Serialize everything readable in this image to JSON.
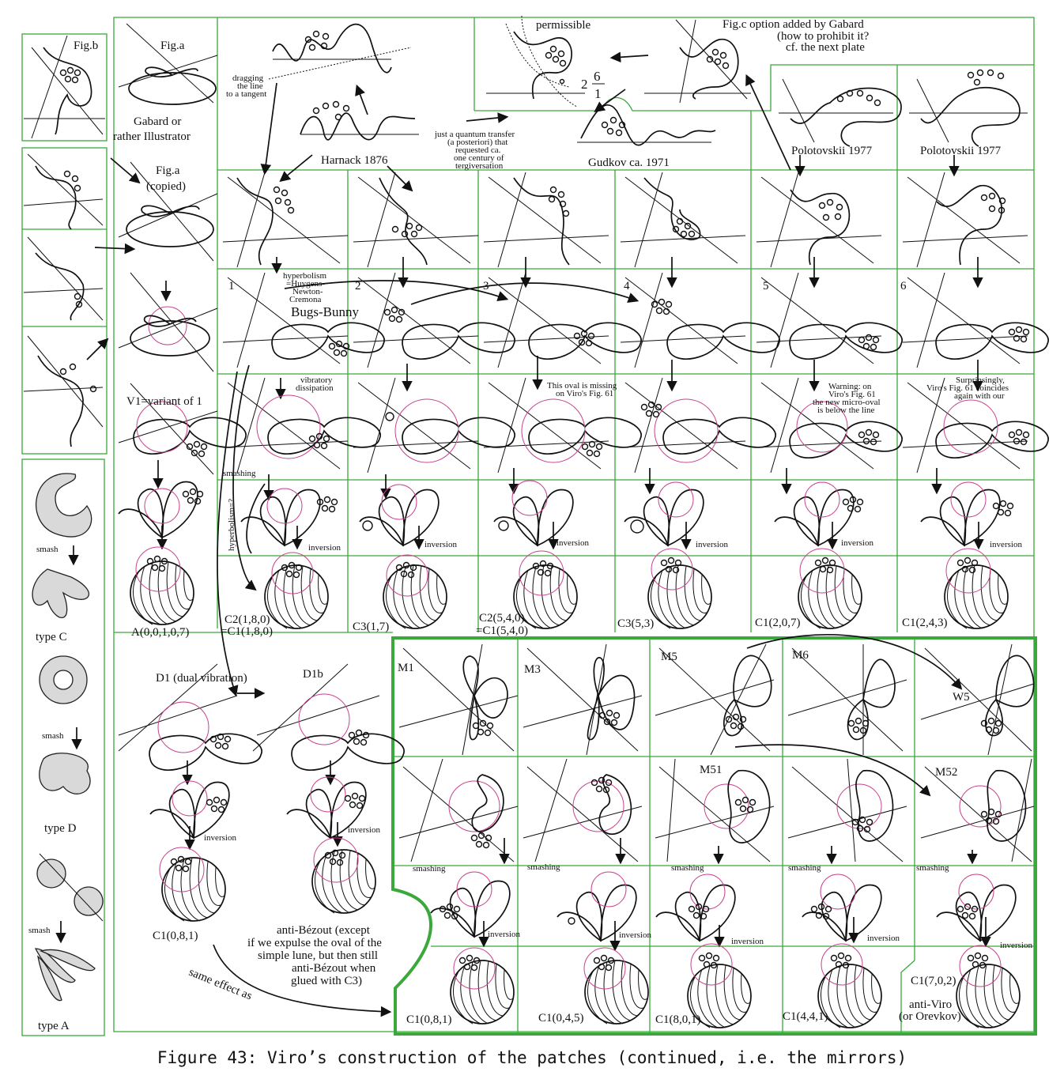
{
  "caption": "Figure 43: Viro’s construction of the patches (continued, i.e. the mirrors)",
  "top": {
    "fig_b": "Fig.b",
    "fig_a": "Fig.a",
    "gabard_1": "Gabard or",
    "gabard_2": "rather Illustrator",
    "fig_a_copied_1": "Fig.a",
    "fig_a_copied_2": "(copied)",
    "dragging_1": "dragging",
    "dragging_2": "the line",
    "dragging_3": "to a tangent",
    "harnack": "Harnack 1876",
    "permissible": "permissible",
    "frac_whole": "2",
    "frac_num": "6",
    "frac_den": "1",
    "quantum_1": "just a quantum transfer",
    "quantum_2": "(a posteriori) that",
    "quantum_3": "requested ca.",
    "quantum_4": "one century of",
    "quantum_5": "tergiversation",
    "gudkov": "Gudkov ca. 1971",
    "fig_c_1": "Fig.c option added by Gabard",
    "fig_c_2": "(how to prohibit it?",
    "fig_c_3": "cf. the next plate",
    "polotovskii_1": "Polotovskii 1977",
    "polotovskii_2": "Polotovskii 1977"
  },
  "rows": {
    "n1": "1",
    "n2": "2",
    "n3": "3",
    "n4": "4",
    "n5": "5",
    "n6": "6",
    "hyperbolism_1": "hyperbolism",
    "hyperbolism_2": "=Huygens-",
    "hyperbolism_3": "Newton-",
    "hyperbolism_4": "Cremona",
    "bugs_bunny": "Bugs-Bunny",
    "vibratory_1": "vibratory",
    "vibratory_2": "dissipation",
    "v1_variant": "V1=variant of 1",
    "missing_1": "This oval is missing",
    "missing_2": "on Viro's Fig. 61",
    "warning_1": "Warning: on",
    "warning_2": "Viro's Fig. 61",
    "warning_3": "the new micro-oval",
    "warning_4": "is below the line",
    "surprising_1": "Surprinsingly,",
    "surprising_2": "Viro's Fig. 61 coincides",
    "surprising_3": "again with our",
    "smashing": "smashing",
    "hyperbolism_q": "hyperbolism=?",
    "inversion": "inversion"
  },
  "patch_labels": {
    "a": "A(0,0,1,0,7)",
    "c2_180_1": "C2(1,8,0)",
    "c2_180_2": "=C1(1,8,0)",
    "c3_17": "C3(1,7)",
    "c2_540_1": "C2(5,4,0)",
    "c2_540_2": "=C1(5,4,0)",
    "c3_53": "C3(5,3)",
    "c1_207": "C1(2,0,7)",
    "c1_243": "C1(2,4,3)"
  },
  "lower": {
    "d1": "D1 (dual vibration)",
    "d1b": "D1b",
    "c1_081": "C1(0,8,1)",
    "anti_bezout_1": "anti-Bézout (except",
    "anti_bezout_2": "if we expulse the oval of the",
    "anti_bezout_3": "simple lune, but then still",
    "anti_bezout_4": "anti-Bézout when",
    "anti_bezout_5": "glued with C3)",
    "same_effect": "same effect as"
  },
  "mirrors": {
    "m1": "M1",
    "m3": "M3",
    "m5": "M5",
    "m6": "M6",
    "w5": "W5",
    "m51": "M51",
    "m52": "M52",
    "b1": "C1(0,8,1)",
    "b2": "C1(0,4,5)",
    "b3": "C1(8,0,1)",
    "b4": "C1(4,4,1)",
    "c1_702": "C1(7,0,2)",
    "anti_viro_1": "anti-Viro",
    "anti_viro_2": "(or Orevkov)"
  },
  "types": {
    "type_c": "type C",
    "type_d": "type D",
    "type_a": "type A",
    "smash": "smash"
  }
}
